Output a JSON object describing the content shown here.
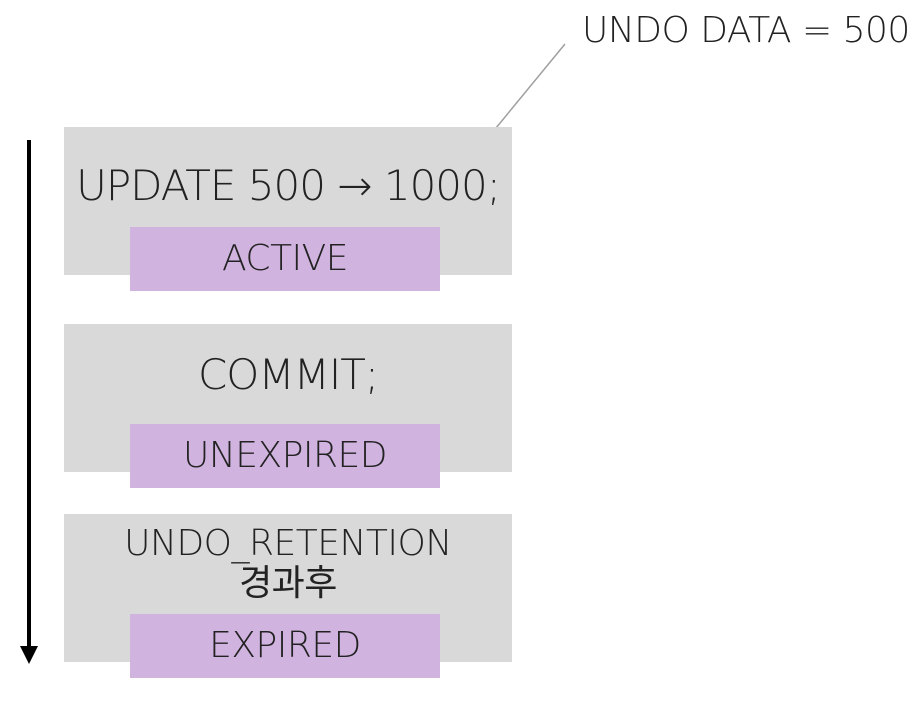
{
  "callout": {
    "label": "UNDO DATA = 500"
  },
  "stages": [
    {
      "statement": "UPDATE 500 → 1000;",
      "status": "ACTIVE"
    },
    {
      "statement": "COMMIT;",
      "status": "UNEXPIRED"
    },
    {
      "statement": "UNDO_RETENTION\n경과후",
      "status": "EXPIRED"
    }
  ],
  "colors": {
    "stage_background": "#d9d9d9",
    "status_background": "#d1b3e0",
    "arrow": "#000000",
    "callout_line": "#a0a0a0"
  }
}
